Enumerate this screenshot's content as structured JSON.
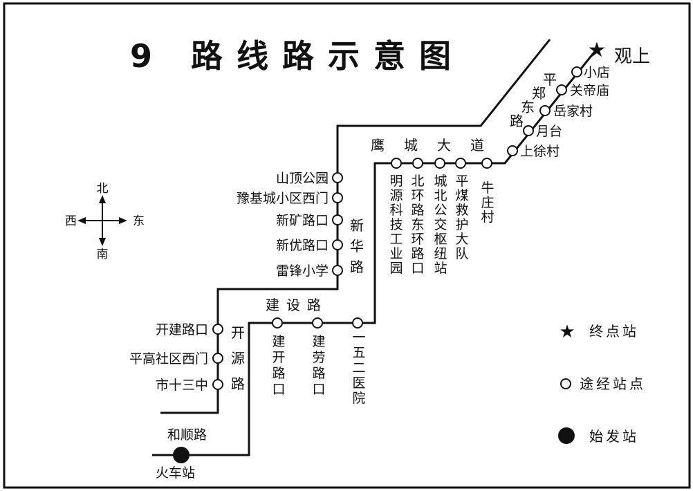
{
  "map": {
    "title": "9 路线路示意图",
    "compass": {
      "north": "北",
      "south": "南",
      "east": "东",
      "west": "西"
    },
    "terminus_start": {
      "name": "火车站",
      "road": "和顺路"
    },
    "terminus_end": {
      "name": "观上"
    },
    "roads": {
      "kaiyuan": "开源路",
      "jianshe": "建设路",
      "xinhua": "新华路",
      "yingcheng": "鹰城大道",
      "pingzheng": "平郑东路"
    },
    "stops": {
      "kaiyuan": [
        "市十三中",
        "平高社区西门",
        "开建路口"
      ],
      "jianshe": [
        "建开路口",
        "建劳路口",
        "一五二医院"
      ],
      "xinhua": [
        "雷锋小学",
        "新优路口",
        "新矿路口",
        "豫基城小区西门",
        "山顶公园"
      ],
      "yingcheng": [
        "明源科技工业园",
        "北环路东环路口",
        "城北公交枢纽站",
        "平煤救护大队",
        "牛庄村"
      ],
      "pingzheng": [
        "上徐村",
        "月台",
        "岳家村",
        "关帝庙",
        "小店"
      ]
    },
    "legend": {
      "terminal": "终点站",
      "stop": "途经站点",
      "origin": "始发站"
    }
  }
}
